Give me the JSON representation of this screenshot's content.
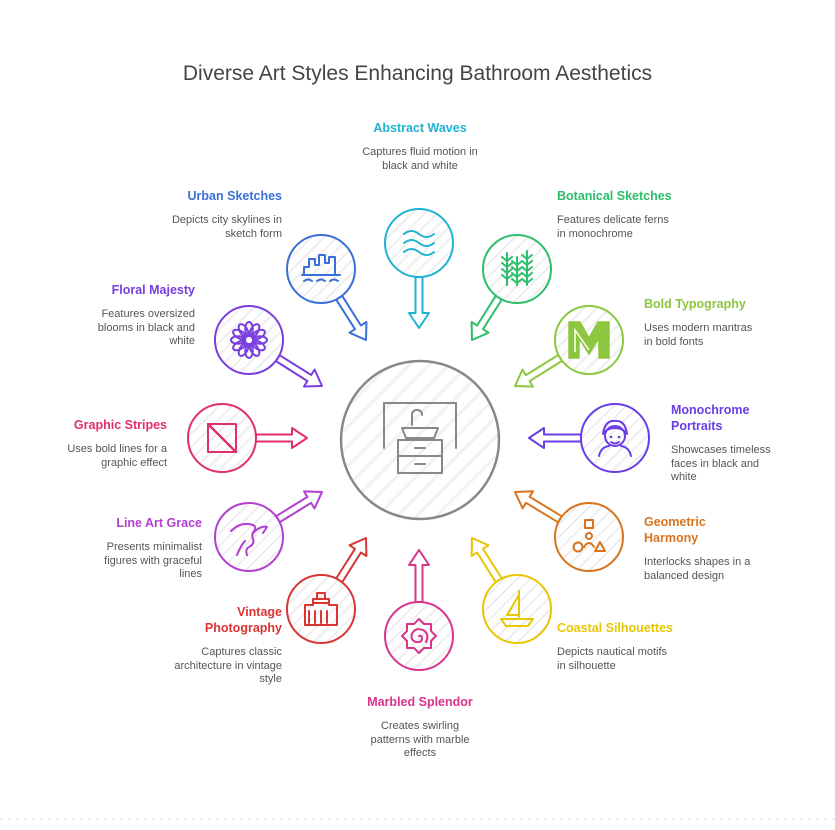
{
  "title": "Diverse Art Styles Enhancing Bathroom Aesthetics",
  "center": {
    "icon": "bathroom-vanity-icon",
    "color": "#888888"
  },
  "items": [
    {
      "key": "abstract-waves",
      "title": "Abstract Waves",
      "desc": "Captures fluid motion in black and white",
      "color": "#1FB3D2",
      "icon": "waves-icon"
    },
    {
      "key": "botanical-sketches",
      "title": "Botanical Sketches",
      "desc": "Features delicate ferns in monochrome",
      "color": "#2DBE6C",
      "icon": "fern-icon"
    },
    {
      "key": "bold-typography",
      "title": "Bold Typography",
      "desc": "Uses modern mantras in bold fonts",
      "color": "#8DC63F",
      "icon": "letter-m-icon"
    },
    {
      "key": "monochrome-portraits",
      "title": "Monochrome Portraits",
      "desc": "Showcases timeless faces in black and white",
      "color": "#6A3DE8",
      "icon": "portrait-icon"
    },
    {
      "key": "geometric-harmony",
      "title": "Geometric Harmony",
      "desc": "Interlocks shapes in a balanced design",
      "color": "#D9741E",
      "icon": "shapes-icon"
    },
    {
      "key": "coastal-silhouettes",
      "title": "Coastal Silhouettes",
      "desc": "Depicts nautical motifs in silhouette",
      "color": "#E8C600",
      "icon": "sailboat-icon"
    },
    {
      "key": "marbled-splendor",
      "title": "Marbled Splendor",
      "desc": "Creates swirling patterns with marble effects",
      "color": "#D9338B",
      "icon": "swirl-icon"
    },
    {
      "key": "vintage-photography",
      "title": "Vintage Photography",
      "desc": "Captures classic architecture in vintage style",
      "color": "#D93535",
      "icon": "building-icon"
    },
    {
      "key": "line-art-grace",
      "title": "Line Art Grace",
      "desc": "Presents minimalist figures with graceful lines",
      "color": "#B23FD0",
      "icon": "line-face-icon"
    },
    {
      "key": "graphic-stripes",
      "title": "Graphic Stripes",
      "desc": "Uses bold lines for a graphic effect",
      "color": "#E0306A",
      "icon": "stripes-icon"
    },
    {
      "key": "floral-majesty",
      "title": "Floral Majesty",
      "desc": "Features oversized blooms in black and white",
      "color": "#7A3DE0",
      "icon": "flower-icon"
    },
    {
      "key": "urban-sketches",
      "title": "Urban Sketches",
      "desc": "Depicts city skylines in sketch form",
      "color": "#3A6FD8",
      "icon": "skyline-icon"
    }
  ]
}
